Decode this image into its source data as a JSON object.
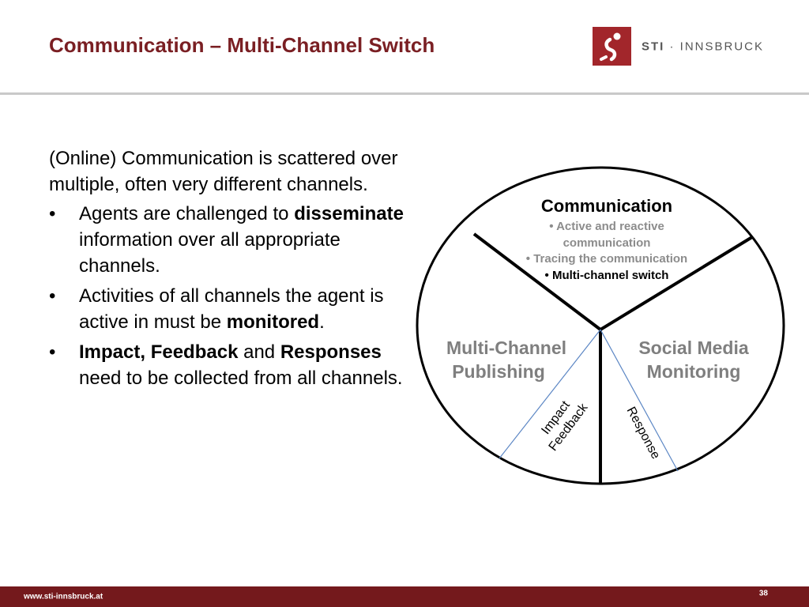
{
  "header": {
    "title": "Communication – Multi-Channel Switch",
    "logo": {
      "text_bold": "STI",
      "text_rest": " · INNSBRUCK",
      "icon": "sti-logo-icon"
    }
  },
  "content": {
    "intro": "(Online) Communication is scattered over multiple, often very different channels.",
    "bullets": [
      {
        "pre": "Agents are challenged to ",
        "bold": "disseminate",
        "post": " information over all appropriate channels."
      },
      {
        "pre": "Activities of all channels the agent is active in must be ",
        "bold": "monitored",
        "post": "."
      },
      {
        "bold1": "Impact, Feedback",
        "mid": " and ",
        "bold2": "Responses",
        "post": " need to be collected from all channels."
      }
    ]
  },
  "diagram": {
    "top": {
      "title": "Communication",
      "items": [
        {
          "text": "Active and reactive",
          "bullet": true
        },
        {
          "text": "communication",
          "bullet": false
        },
        {
          "text": "Tracing the communication",
          "bullet": true
        },
        {
          "text": "Multi-channel switch",
          "bullet": true
        }
      ]
    },
    "left": {
      "line1": "Multi-Channel",
      "line2": "Publishing"
    },
    "right": {
      "line1": "Social Media",
      "line2": "Monitoring"
    },
    "impact": {
      "line1": "Impact",
      "line2": "Feedback"
    },
    "response": "Response",
    "colors": {
      "outline": "#000000",
      "feedback_line": "#5b86c4",
      "muted_text": "#7f7f7f",
      "item_text": "#8c8c8c"
    }
  },
  "footer": {
    "url": "www.sti-innsbruck.at",
    "page": "38"
  }
}
